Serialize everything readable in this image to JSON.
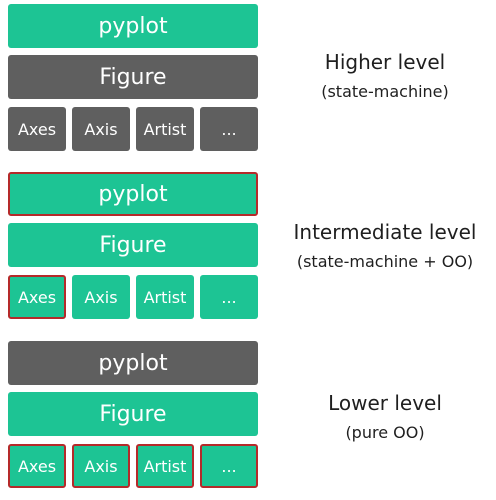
{
  "levels": [
    {
      "title": "Higher level",
      "subtitle": "(state-machine)",
      "pyplot": "pyplot",
      "figure": "Figure",
      "items": [
        "Axes",
        "Axis",
        "Artist",
        "..."
      ]
    },
    {
      "title": "Intermediate level",
      "subtitle": "(state-machine + OO)",
      "pyplot": "pyplot",
      "figure": "Figure",
      "items": [
        "Axes",
        "Axis",
        "Artist",
        "..."
      ]
    },
    {
      "title": "Lower level",
      "subtitle": "(pure OO)",
      "pyplot": "pyplot",
      "figure": "Figure",
      "items": [
        "Axes",
        "Axis",
        "Artist",
        "..."
      ]
    }
  ],
  "colors": {
    "active": "#1dc494",
    "inactive": "#5f5f5f",
    "highlight_border": "#b52a2a"
  }
}
